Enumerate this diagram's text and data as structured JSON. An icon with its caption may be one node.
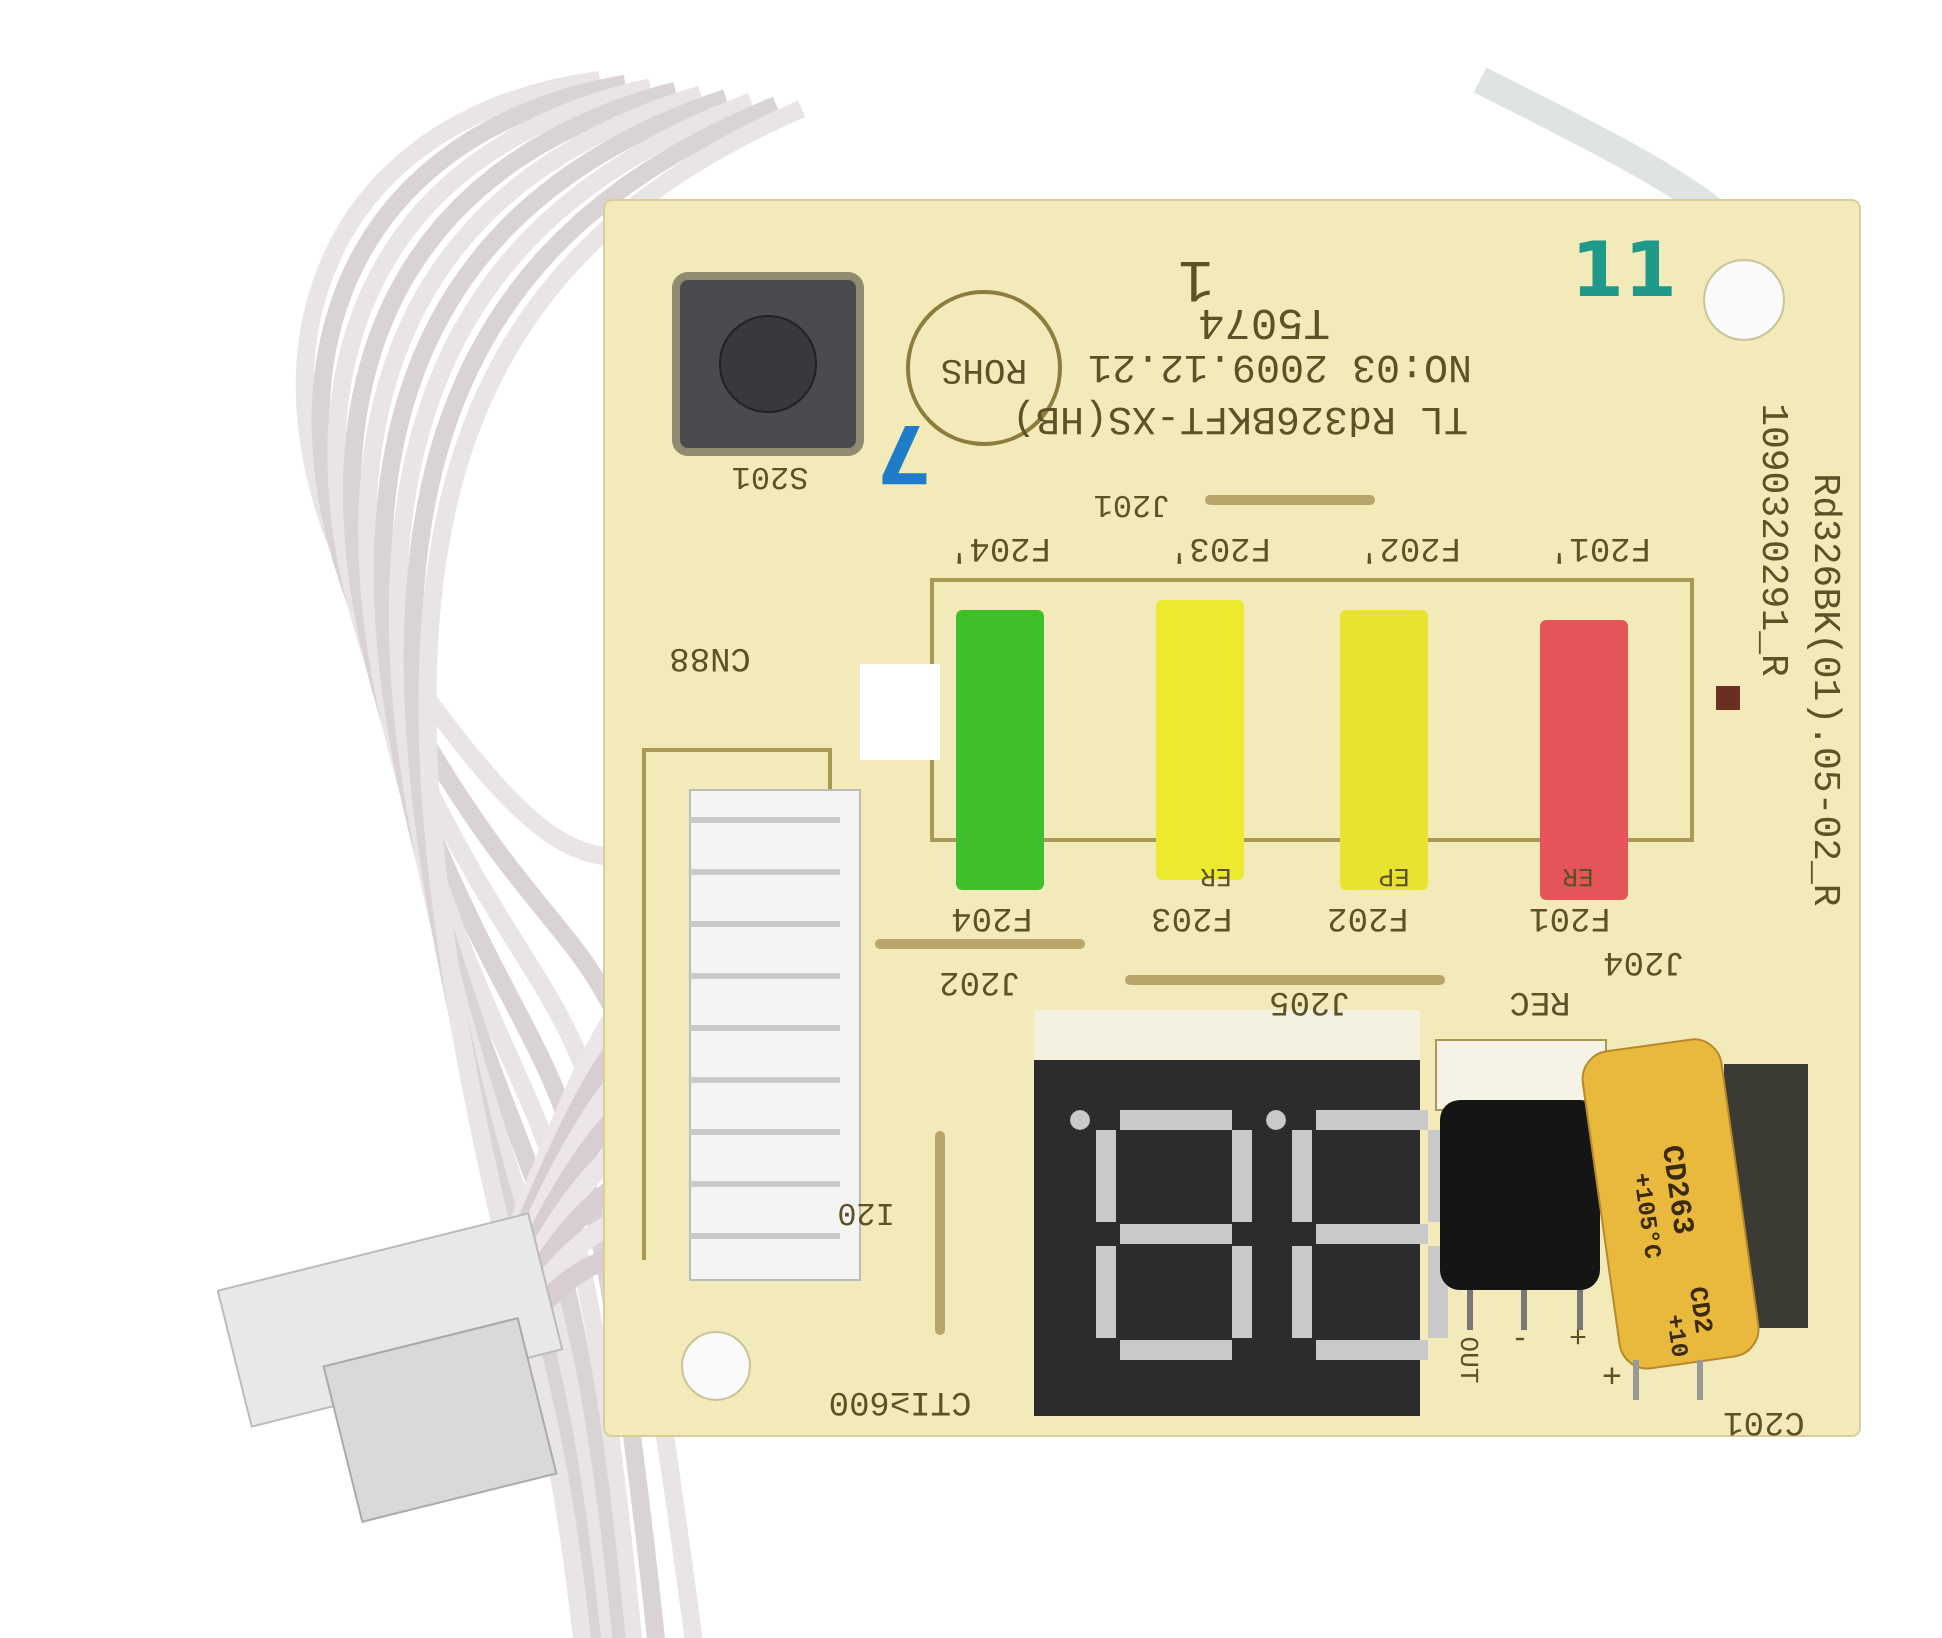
{
  "diagram": {
    "labels": [
      "1",
      "11",
      "T5074",
      "ROHS",
      "NO:03 2009.12.21",
      "TL Rd326BKFT-XS(HB)",
      "S201",
      "7",
      "J201",
      "Rd326BK(01).05-02_R",
      "1090320291_R",
      "F204'",
      "F203'",
      "F202'",
      "F201'",
      "CN88",
      "ER",
      "EP",
      "ER",
      "F204",
      "F203",
      "F202",
      "F201",
      "J204",
      "J202",
      "J205",
      "REC",
      "I20",
      "+105°C",
      "CD263",
      "CD2",
      "+10",
      "OUT",
      "-",
      "+",
      "+",
      "CTI≥600",
      "C201"
    ]
  }
}
